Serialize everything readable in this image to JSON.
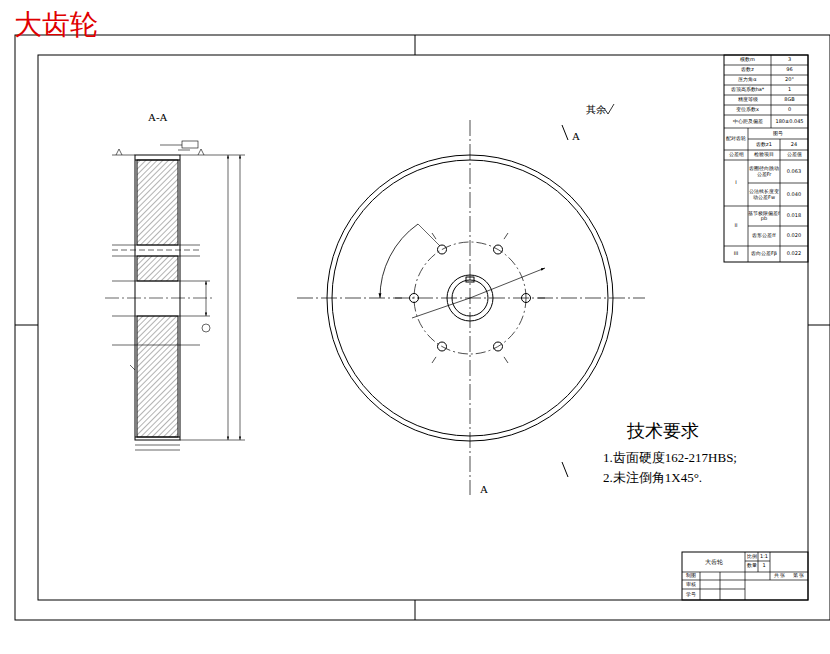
{
  "diagram": {
    "title": "大齿轮",
    "labels": [
      "A-A",
      "其余",
      "A",
      "A",
      "技术要求",
      "1.齿面硬度162-217HBS;",
      "2.未注倒角1X45°.",
      "模数m",
      "3",
      "齿数z",
      "96",
      "压力角α",
      "20°",
      "齿顶高系数ha*",
      "1",
      "精度等级",
      "8GB",
      "变位系数x",
      "0",
      "中心距及偏差",
      "180±0.045",
      "配对齿轮",
      "图号",
      "齿数z1",
      "24",
      "公差组",
      "检验项目",
      "公差值",
      "I",
      "齿圈径向跳动公差Fr",
      "0.063",
      "公法线长度变动公差Fw",
      "0.040",
      "II",
      "基节极限偏差fpb",
      "0.018",
      "齿形公差ff",
      "0.020",
      "III",
      "齿向公差Fβ",
      "0.022",
      "大齿轮",
      "比例",
      "1:1",
      "数量",
      "1",
      "制图",
      "审核",
      "学号",
      "共 张",
      "第 张"
    ]
  }
}
